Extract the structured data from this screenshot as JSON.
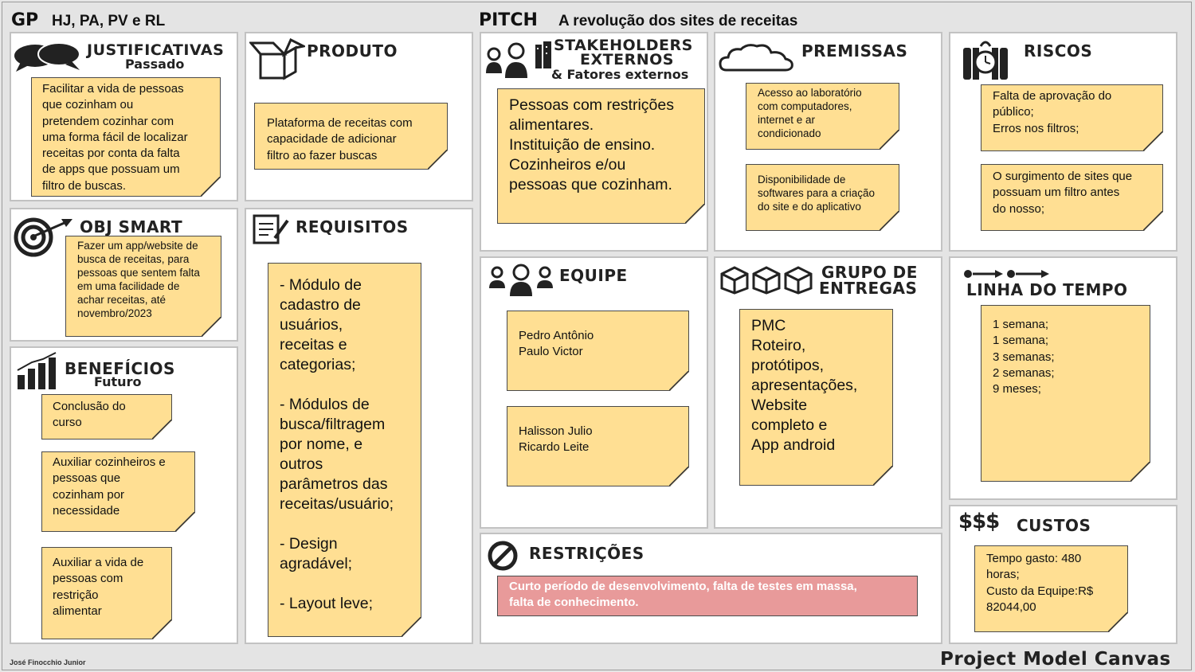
{
  "header": {
    "gp_label": "GP",
    "team_initials": "HJ, PA, PV e RL",
    "pitch_label": "PITCH",
    "pitch_text": "A revolução dos sites de receitas"
  },
  "footer": {
    "author": "José Finocchio Junior",
    "canvas_title": "Project Model Canvas"
  },
  "justificativas": {
    "title": "JUSTIFICATIVAS",
    "subtitle": "Passado",
    "notes": [
      "Facilitar a vida de pessoas\nque cozinham ou\npretendem cozinhar com\numa forma fácil de localizar\nreceitas por conta da falta\nde apps que possuam um\nfiltro de buscas."
    ]
  },
  "obj_smart": {
    "title": "OBJ SMART",
    "notes": [
      "Fazer um app/website de\nbusca de receitas, para\npessoas que sentem falta\nem uma facilidade de\nachar receitas, até\nnovembro/2023"
    ]
  },
  "beneficios": {
    "title": "BENEFÍCIOS",
    "subtitle": "Futuro",
    "notes": [
      "Conclusão do\ncurso",
      "Auxiliar cozinheiros e\npessoas que\ncozinham por\nnecessidade",
      "Auxiliar a vida de\npessoas com\nrestrição\nalimentar"
    ]
  },
  "produto": {
    "title": "PRODUTO",
    "notes": [
      "Plataforma de receitas com\ncapacidade de adicionar\nfiltro ao fazer buscas"
    ]
  },
  "requisitos": {
    "title": "REQUISITOS",
    "notes": [
      "- Módulo de\ncadastro de\nusuários,\nreceitas e\ncategorias;\n\n- Módulos de\nbusca/filtragem\npor nome, e\noutros\nparâmetros das\nreceitas/usuário;\n\n- Design\nagradável;\n\n- Layout leve;"
    ]
  },
  "stakeholders": {
    "title_line1": "STAKEHOLDERS",
    "title_line2": "EXTERNOS",
    "subtitle": "& Fatores externos",
    "notes": [
      "Pessoas com restrições\nalimentares.\nInstituição de ensino.\nCozinheiros e/ou\npessoas que cozinham."
    ]
  },
  "equipe": {
    "title": "EQUIPE",
    "notes": [
      "Pedro Antônio\nPaulo Victor",
      "Halisson Julio\nRicardo Leite"
    ]
  },
  "premissas": {
    "title": "PREMISSAS",
    "notes": [
      "Acesso ao laboratório\ncom computadores,\ninternet e ar\ncondicionado",
      "Disponibilidade de\nsoftwares para a criação\ndo site e do aplicativo"
    ]
  },
  "entregas": {
    "title_line1": "GRUPO DE",
    "title_line2": "ENTREGAS",
    "notes": [
      "PMC\nRoteiro,\nprotótipos,\napresentações,\nWebsite\ncompleto e\nApp android"
    ]
  },
  "restricoes": {
    "title": "RESTRIÇÕES",
    "notes": [
      "Curto período de desenvolvimento, falta de testes em massa,\nfalta de conhecimento."
    ]
  },
  "riscos": {
    "title": "RISCOS",
    "notes": [
      "Falta de aprovação do\npúblico;\nErros nos filtros;",
      "O surgimento de sites que\npossuam um filtro antes\ndo nosso;"
    ]
  },
  "linha_do_tempo": {
    "title": "LINHA DO TEMPO",
    "notes": [
      "1 semana;\n1 semana;\n3 semanas;\n2 semanas;\n9 meses;"
    ]
  },
  "custos": {
    "title": "CUSTOS",
    "dollar_signs": "$$$",
    "notes": [
      "Tempo gasto: 480\nhoras;\nCusto da Equipe:R$\n82044,00"
    ]
  },
  "colors": {
    "sticky_note": "#ffdf93",
    "restriction_note": "#e89a9a",
    "panel_border": "#c2c2c2",
    "background": "#e4e4e4"
  }
}
